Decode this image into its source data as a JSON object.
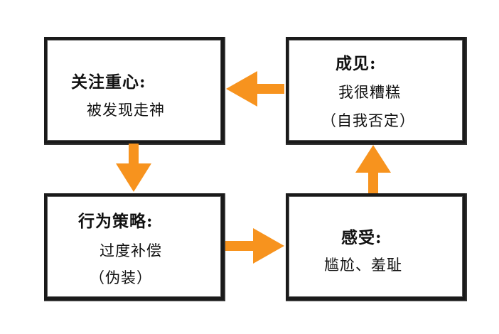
{
  "nodes": {
    "focus": {
      "title": "关注重心:",
      "lines": [
        "被发现走神"
      ]
    },
    "opinion": {
      "title": "成见:",
      "lines": [
        "我很糟糕",
        "（自我否定）"
      ]
    },
    "strategy": {
      "title": "行为策略:",
      "lines": [
        "过度补偿",
        "（伪装）"
      ]
    },
    "feeling": {
      "title": "感受:",
      "lines": [
        "尴尬、羞耻"
      ]
    }
  },
  "colors": {
    "arrow": "#f7931e",
    "border": "#1a1a1a"
  }
}
